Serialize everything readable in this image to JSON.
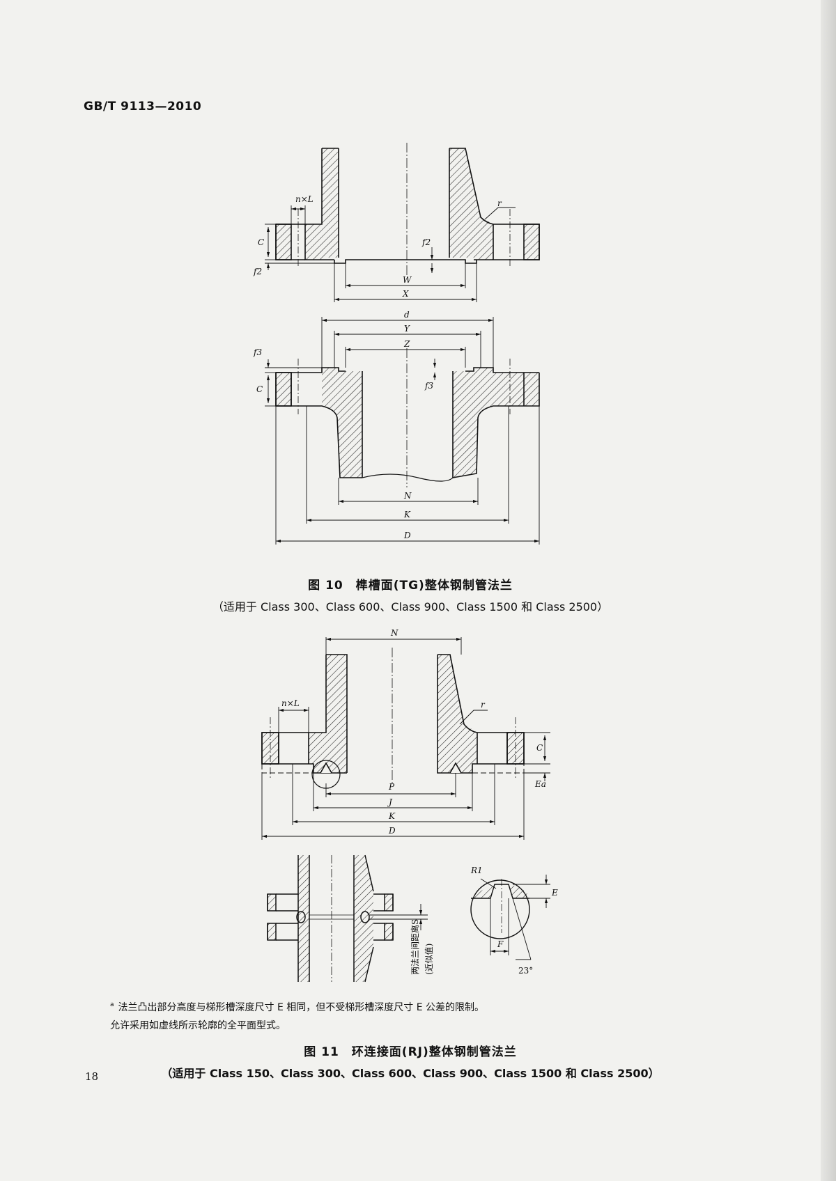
{
  "header": {
    "standard": "GB/T 9113—2010"
  },
  "fig10": {
    "title": "图 10　榫槽面(TG)整体钢制管法兰",
    "subtitle": "（适用于 Class 300、Class 600、Class 900、Class 1500 和 Class 2500）",
    "labels": {
      "nxl": "n×L",
      "c": "C",
      "f2": "f2",
      "f2b": "f2",
      "r": "r",
      "w": "W",
      "x": "X",
      "d": "d",
      "y": "Y",
      "z": "Z",
      "f3": "f3",
      "c2": "C",
      "f3b": "f3",
      "n": "N",
      "k": "K",
      "dd": "D"
    }
  },
  "fig11": {
    "title": "图 11　环连接面(RJ)整体钢制管法兰",
    "subtitle": "（适用于 Class 150、Class 300、Class 600、Class 900、Class 1500 和 Class 2500）",
    "labels": {
      "n": "N",
      "nxl": "n×L",
      "r": "r",
      "c": "C",
      "e": "Ea",
      "p": "P",
      "j": "J",
      "k": "K",
      "d": "D",
      "r1": "R1",
      "e2": "E",
      "f": "F",
      "angle": "23°",
      "s_label": "两法兰间距离S",
      "s_label2": "(近似值)"
    }
  },
  "notes": {
    "note_a_mark": "a",
    "note_a": "法兰凸出部分高度与梯形槽深度尺寸 E 相同，但不受梯形槽深度尺寸 E 公差的限制。",
    "note_b": "允许采用如虚线所示轮廓的全平面型式。"
  },
  "footer": {
    "page_number": "18"
  }
}
